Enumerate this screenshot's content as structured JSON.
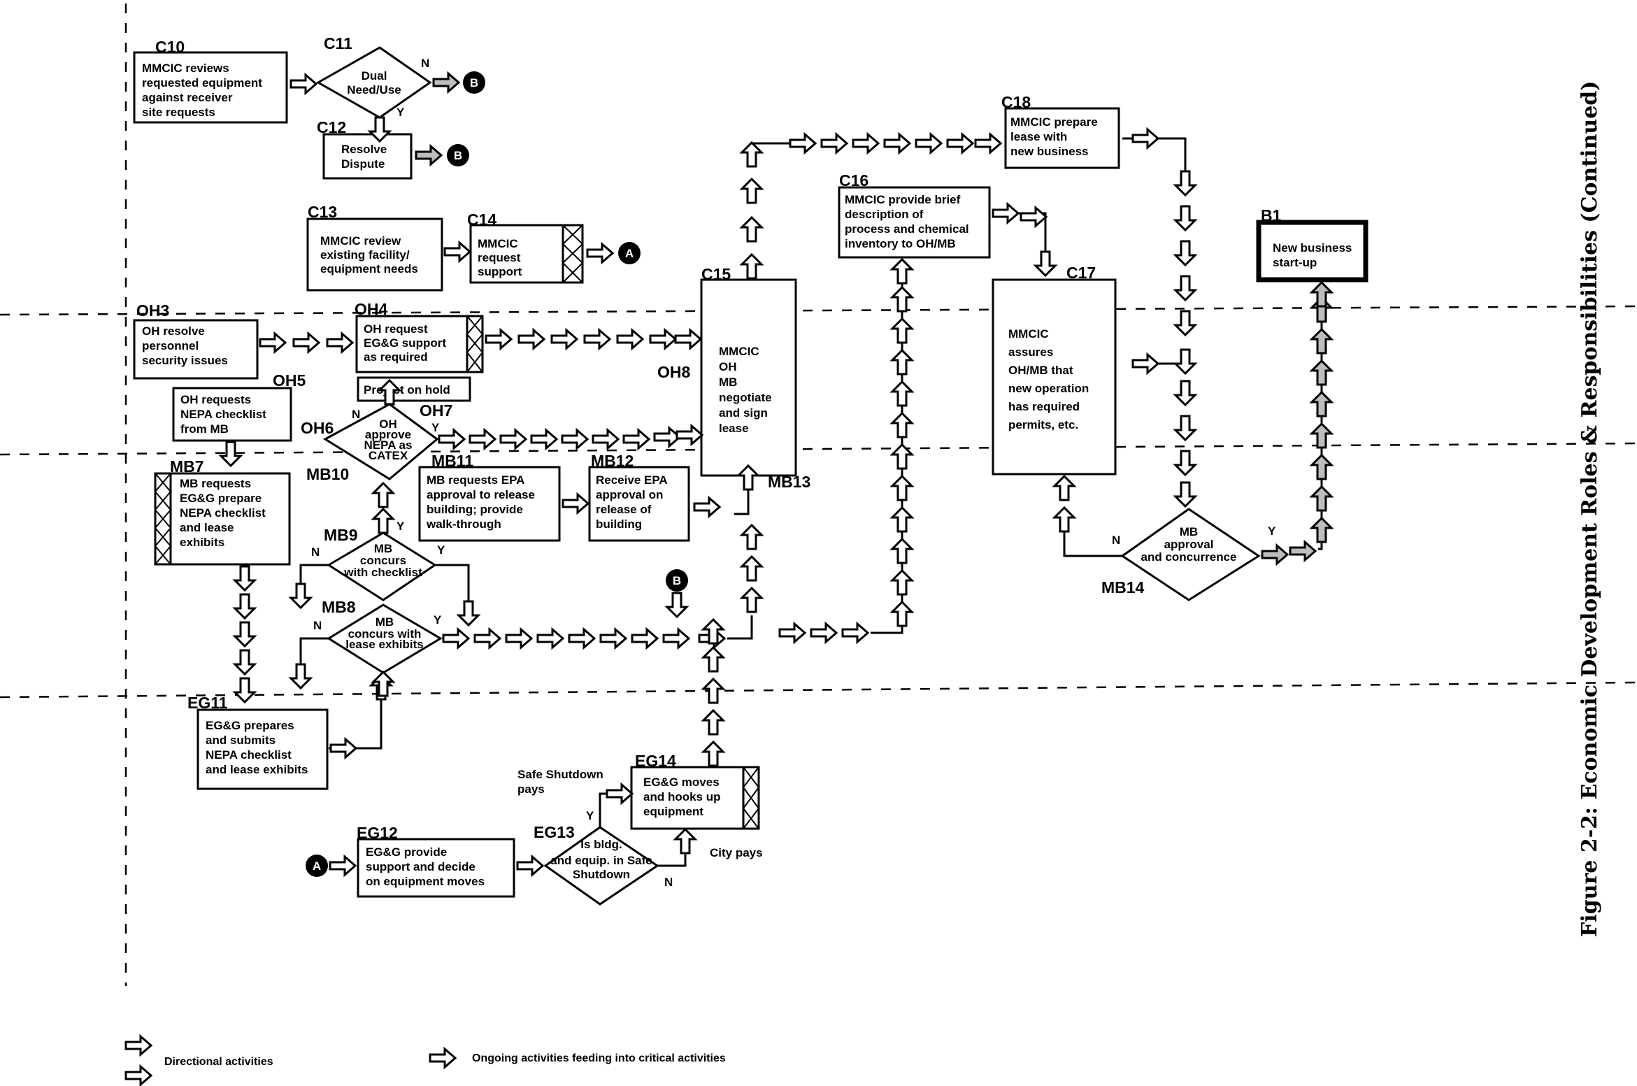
{
  "figure_title": "Figure 2-2:  Economic Development Roles & Responsibilities (Continued)",
  "boxes": [
    {
      "id": "C10",
      "lines": [
        "MMCIC reviews",
        "requested equipment",
        "against receiver",
        "site requests"
      ]
    },
    {
      "id": "C12",
      "lines": [
        "Resolve",
        "Dispute"
      ]
    },
    {
      "id": "C13",
      "lines": [
        "MMCIC review",
        "existing facility/",
        "equipment needs"
      ]
    },
    {
      "id": "C14",
      "lines": [
        "MMCIC",
        "request",
        "support"
      ]
    },
    {
      "id": "OH3",
      "lines": [
        "OH resolve",
        "personnel",
        "security issues"
      ]
    },
    {
      "id": "OH4",
      "lines": [
        "OH request",
        "EG&G support",
        "as required"
      ]
    },
    {
      "id": "OH5",
      "lines": [
        "OH requests",
        "NEPA checklist",
        "from MB"
      ]
    },
    {
      "id": "MB7",
      "lines": [
        "MB requests",
        "EG&G prepare",
        "NEPA checklist",
        "and lease",
        "exhibits"
      ]
    },
    {
      "id": "MB11",
      "lines": [
        "MB requests EPA",
        "approval to release",
        "building; provide",
        "walk-through"
      ]
    },
    {
      "id": "MB12",
      "lines": [
        "Receive EPA",
        "approval on",
        "release of",
        "building"
      ]
    },
    {
      "id": "C15",
      "lines": [
        "MMCIC",
        "OH",
        "MB",
        "negotiate",
        "and sign",
        "lease"
      ]
    },
    {
      "id": "C16",
      "lines": [
        "MMCIC provide brief",
        "description of",
        "process and chemical",
        "inventory to OH/MB"
      ]
    },
    {
      "id": "C17",
      "lines": [
        "MMCIC",
        "assures",
        "OH/MB that",
        "new operation",
        "has required",
        "permits, etc."
      ]
    },
    {
      "id": "C18",
      "lines": [
        "MMCIC prepare",
        "lease with",
        "new business"
      ]
    },
    {
      "id": "B1",
      "lines": [
        "New business",
        "start-up"
      ]
    },
    {
      "id": "EG11",
      "lines": [
        "EG&G prepares",
        "and submits",
        "NEPA checklist",
        "and lease exhibits"
      ]
    },
    {
      "id": "EG12",
      "lines": [
        "EG&G provide",
        "support and decide",
        "on equipment moves"
      ]
    },
    {
      "id": "EG14",
      "lines": [
        "EG&G moves",
        "and hooks up",
        "equipment"
      ]
    },
    {
      "id": "HOLD",
      "lines": [
        "Project on hold"
      ]
    }
  ],
  "decisions": [
    {
      "id": "C11",
      "lines": [
        "Dual",
        "Need/Use"
      ]
    },
    {
      "id": "OH6",
      "lines": [
        "OH",
        "approve",
        "NEPA as",
        "CATEX"
      ]
    },
    {
      "id": "MB9",
      "lines": [
        "MB",
        "concurs",
        "with checklist"
      ]
    },
    {
      "id": "MB8",
      "lines": [
        "MB",
        "concurs with",
        "lease exhibits"
      ]
    },
    {
      "id": "EG13",
      "lines": [
        "Is bldg.",
        "and equip. in Safe",
        "Shutdown"
      ]
    },
    {
      "id": "MB14",
      "lines": [
        "MB",
        "approval",
        "and concurrence"
      ]
    }
  ],
  "extra_ids": {
    "OH7": "OH7",
    "OH8": "OH8",
    "MB10": "MB10",
    "MB13": "MB13"
  },
  "branch_labels": {
    "yes": "Y",
    "no": "N"
  },
  "notes": {
    "safe_shutdown": [
      "Safe Shutdown",
      "pays"
    ],
    "city": "City pays"
  },
  "connectors": {
    "a": "A",
    "b": "B"
  },
  "legend": {
    "directional": "Directional activities",
    "ongoing": "Ongoing activities feeding into critical activities"
  }
}
